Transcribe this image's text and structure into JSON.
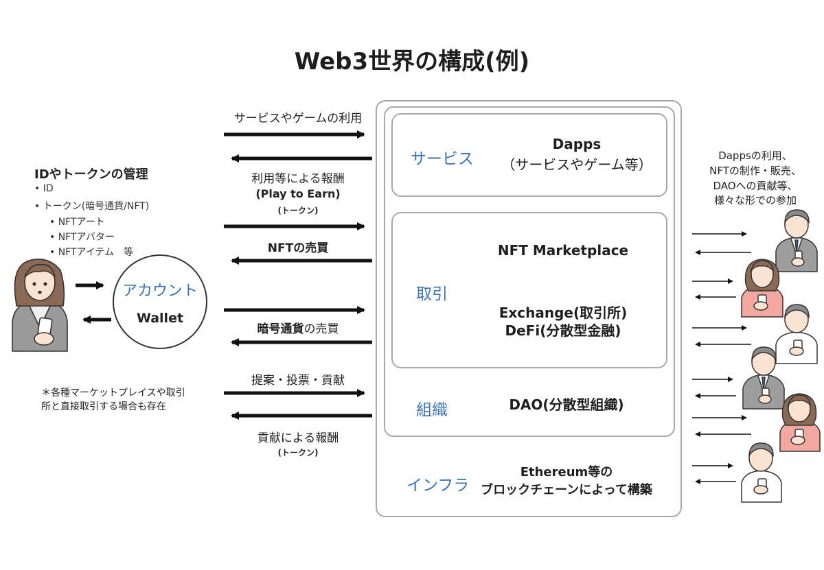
{
  "title": "Web3世界の構成(例)",
  "left_panel": {
    "heading": "IDやトークンの管理",
    "items": [
      "•  ID",
      "•  トークン(暗号通貨/NFT)",
      "• NFTアート",
      "• NFTアバター",
      "• NFTアイテム　等"
    ]
  },
  "account": {
    "label": "アカウント",
    "sublabel": "Wallet"
  },
  "note": {
    "line1": "＊各種マーケットプレイスや取引",
    "line2": "所と直接取引する場合も存在"
  },
  "arrows": {
    "service_use": "サービスやゲームの利用",
    "reward_line1": "利用等による報酬",
    "reward_line2": "(Play to Earn)",
    "reward_line3": "(トークン)",
    "nft_trade": "NFTの売買",
    "crypto_trade_bold": "暗号通貨",
    "crypto_trade_rest": "の売買",
    "proposal": "提案・投票・貢献",
    "contrib_reward": "貢献による報酬",
    "contrib_reward_sub": "(トークン)"
  },
  "sections": {
    "service": {
      "label": "サービス",
      "title": "Dapps",
      "desc": "（サービスやゲーム等）"
    },
    "trade": {
      "label": "取引",
      "line1": "NFT Marketplace",
      "line2": "Exchange(取引所)",
      "line3": "DeFi(分散型金融)"
    },
    "org": {
      "label": "組織",
      "title": "DAO(分散型組織)"
    },
    "infra": {
      "label": "インフラ",
      "line1": "Ethereum等の",
      "line2": "ブロックチェーンによって構築"
    }
  },
  "right_note": [
    "Dappsの利用、",
    "NFTの制作・販売、",
    "DAOへの貢献等、",
    "様々な形での参加"
  ],
  "colors": {
    "accent": "#3b73b9",
    "border": "#a8a8a8",
    "text": "#1e1e1e"
  }
}
